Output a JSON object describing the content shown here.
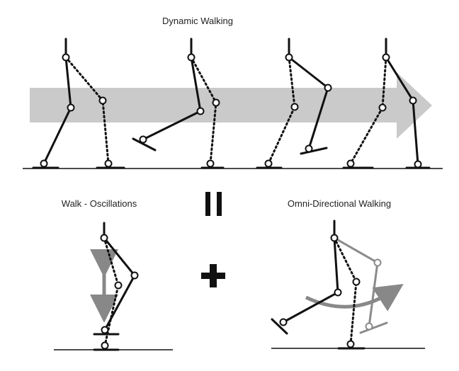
{
  "labels": {
    "dynamic_walking": "Dynamic Walking",
    "walk_oscillations": "Walk - Oscillations",
    "omni_directional_walking": "Omni-Directional Walking"
  },
  "colors": {
    "leg": "#111111",
    "ghost_leg": "#8a8a8a",
    "arrow_band": "#c4c4c4",
    "indicator_arrow": "#888888",
    "ground": "#111111"
  },
  "icons": {
    "equals": "equals-sign-icon",
    "plus": "plus-sign-icon"
  }
}
